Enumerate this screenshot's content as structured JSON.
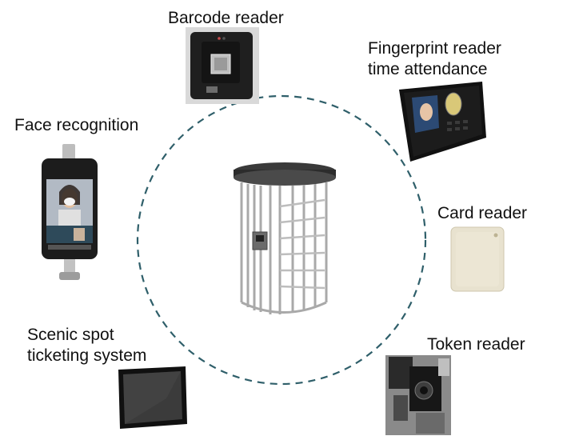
{
  "labels": {
    "barcode": "Barcode reader",
    "fingerprint_line1": "Fingerprint reader",
    "fingerprint_line2": "time attendance",
    "face": "Face recognition",
    "card": "Card reader",
    "scenic_line1": "Scenic spot",
    "scenic_line2": "ticketing system",
    "token": "Token reader"
  },
  "colors": {
    "circle_dash": "#2f5f6a",
    "turnstile_metal": "#a9a9a9",
    "turnstile_top": "#3a3a3a",
    "device_dark": "#1e1e1e",
    "card_reader": "#e8e2cf"
  },
  "icons": {
    "center": "turnstile-icon",
    "barcode": "barcode-scanner-icon",
    "fingerprint": "fingerprint-terminal-icon",
    "face": "face-recognition-terminal-icon",
    "card": "card-reader-icon",
    "scenic": "monitor-icon",
    "token": "token-reader-icon"
  }
}
